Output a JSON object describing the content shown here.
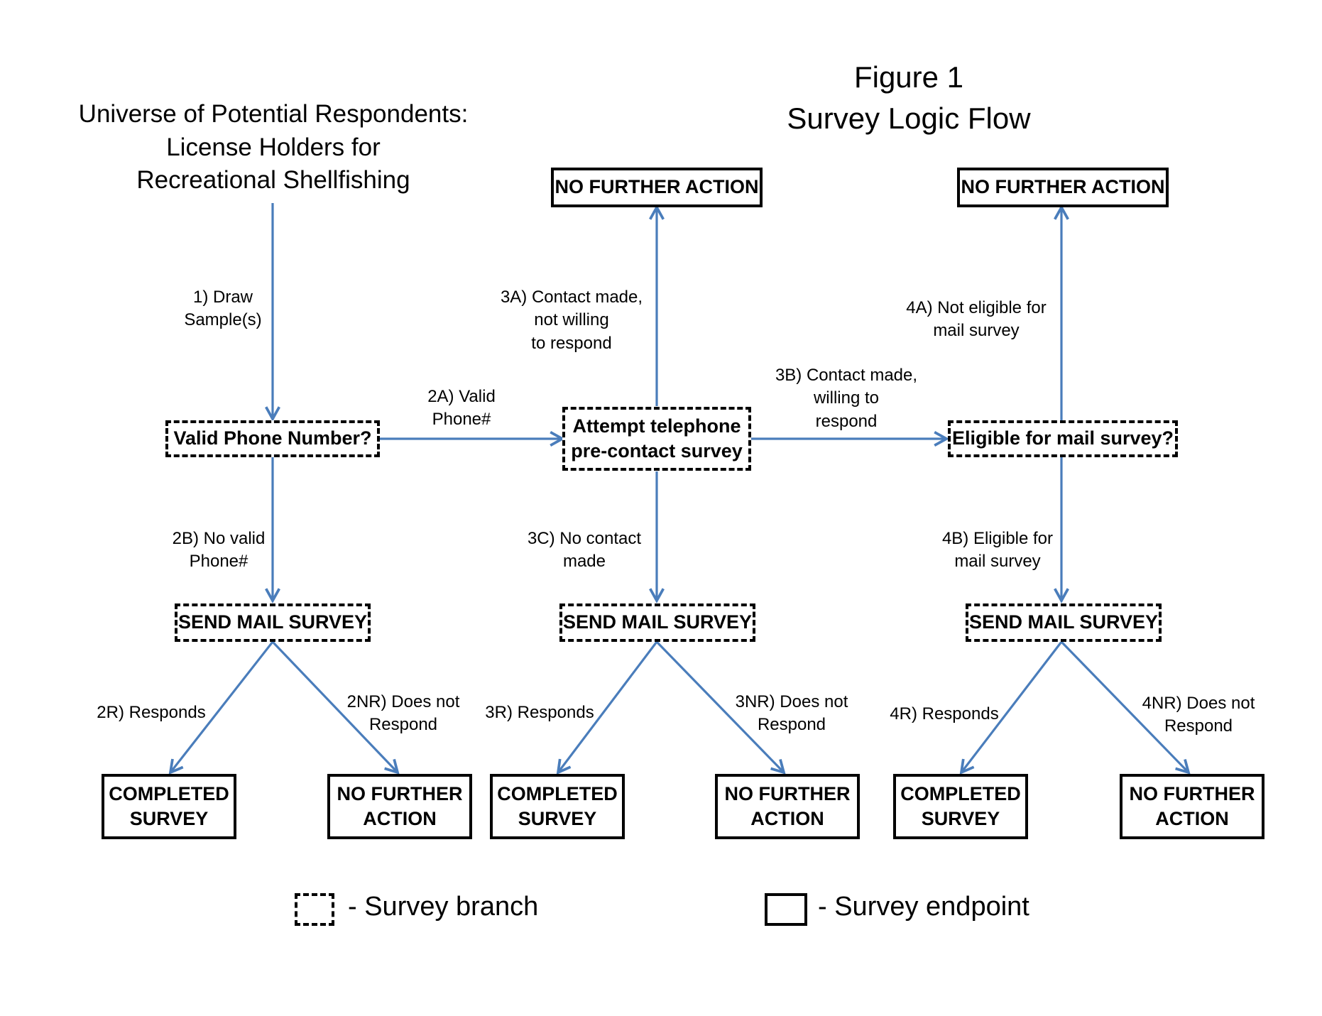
{
  "figure": {
    "label": "Figure 1",
    "title": "Survey Logic Flow"
  },
  "universe_text": "Universe of Potential Respondents:\nLicense Holders for\nRecreational Shellfishing",
  "nodes": {
    "valid_phone": "Valid Phone Number?",
    "attempt_phone": "Attempt telephone\npre-contact survey",
    "eligible_mail": "Eligible for mail survey?",
    "no_further_top_mid": "NO FURTHER ACTION",
    "no_further_top_right": "NO FURTHER ACTION",
    "send_mail_left": "SEND MAIL SURVEY",
    "send_mail_mid": "SEND MAIL SURVEY",
    "send_mail_right": "SEND MAIL SURVEY",
    "completed_left": "COMPLETED\nSURVEY",
    "no_further_left": "NO FURTHER\nACTION",
    "completed_mid": "COMPLETED\nSURVEY",
    "no_further_mid": "NO FURTHER\nACTION",
    "completed_right": "COMPLETED\nSURVEY",
    "no_further_right": "NO FURTHER\nACTION"
  },
  "edge_labels": {
    "e1": "1) Draw\nSample(s)",
    "e2a": "2A) Valid\nPhone#",
    "e2b": "2B) No valid\nPhone#",
    "e3a": "3A) Contact made,\nnot willing\nto respond",
    "e3b": "3B) Contact made,\nwilling to\nrespond",
    "e3c": "3C) No contact\nmade",
    "e4a": "4A) Not eligible for\nmail survey",
    "e4b": "4B) Eligible for\nmail survey",
    "e2r": "2R) Responds",
    "e2nr": "2NR) Does not\nRespond",
    "e3r": "3R) Responds",
    "e3nr": "3NR) Does not\nRespond",
    "e4r": "4R) Responds",
    "e4nr": "4NR) Does not\nRespond"
  },
  "legend": {
    "branch": "- Survey branch",
    "endpoint": "- Survey endpoint"
  },
  "colors": {
    "arrow": "#4a7dbb",
    "border": "#000000"
  }
}
